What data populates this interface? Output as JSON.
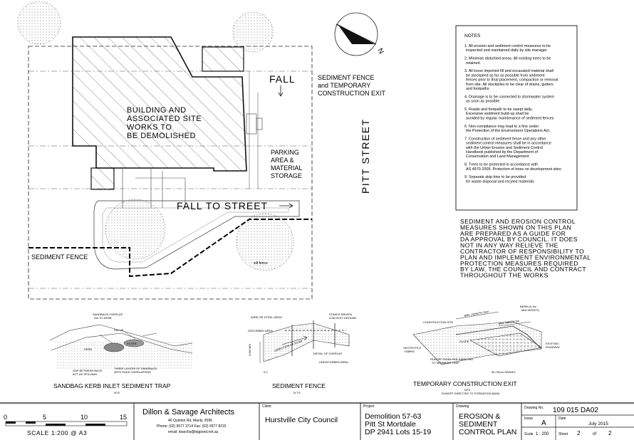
{
  "plan": {
    "building_label": [
      "BUILDING AND",
      "ASSOCIATED SITE",
      "WORKS TO",
      "BE DEMOLISHED"
    ],
    "fall_label": "FALL",
    "fall_to_street_label": "FALL TO STREET",
    "street_label": "PITT STREET",
    "sediment_fence_exit_label": [
      "SEDIMENT FENCE",
      "and TEMPORARY",
      "CONSTRUCTION EXIT"
    ],
    "parking_label": [
      "PARKING",
      "AREA &",
      "MATERIAL",
      "STORAGE"
    ],
    "sediment_fence_label": "SEDIMENT FENCE",
    "silt_fence_label": "silt fence",
    "north_label": "N"
  },
  "notes": {
    "title": "NOTES",
    "items": [
      [
        "1. All erosion and sediment control measures to be",
        "inspected and maintained daily by site manager"
      ],
      [
        "2. Minimise disturbed areas. All existing trees to be",
        "retained."
      ],
      [
        "3. All loose imported fill and excavated material shall",
        "be stockpiled as far as possible from sediment",
        "fences prior to final placement, compaction or removal",
        "from site. All stockpiles to be clear of drains, gutters",
        "and footpaths"
      ],
      [
        "4. Drainage is to be connected to stormwater system",
        "as soon as possible"
      ],
      [
        "5. Roads and footpath to be swept daily.",
        "Excessive sediment build-up shall be",
        "avoided by regular maintenance of sediment fences"
      ],
      [
        "6. Non-compliance may lead to a fine under",
        "the Protection of the Environment Operations Act."
      ],
      [
        "7. Construction of sediment fence and any other",
        "sediment control measures shall be in accordance",
        "with the Urban Erosion and Sediment Control",
        "Handbook published by the Department of",
        "Conservation and Land Management"
      ],
      [
        "8. Trees to be protected in accordance with",
        "AS 4970-2009. Protection of trees on development sites"
      ],
      [
        "9. Separate skip bins to be provided",
        "for waste disposal and recyled materials"
      ]
    ]
  },
  "statement": [
    "SEDIMENT AND EROSION CONTROL",
    "MEASURES SHOWN ON THIS PLAN",
    "ARE PREPARED AS A GUIDE FOR",
    "DA APPROVAL BY COUNCIL. IT DOES",
    "NOT IN ANY WAY RELIEVE THE",
    "CONTRACTOR OF RESPONSIBILITY TO",
    "PLAN AND IMPLEMENT ENVIRONMENTAL",
    "PROTECTION MEASURES REQUIRED",
    "BY LAW, THE COUNCIL AND CONTRACT",
    "THROUGHOUT THE WORKS"
  ],
  "details": {
    "kerb_trap": {
      "title": "SANDBAG KERB INLET SEDIMENT TRAP",
      "nts": "NTS",
      "labels": [
        "SANDBAGS OVERLAP",
        "ON TO KERB",
        "Run-off",
        "FILTER",
        "KERB",
        "GAP BETWEEN BAGS",
        "ACT AS SPILLWAY",
        "THREE LAYERS OF SANDBAGS",
        "WITH ENDS OVERLAPPING"
      ]
    },
    "sediment_fence": {
      "title": "SEDIMENT FENCE",
      "nts": "N.T.S",
      "labels": [
        "WIRE OR STEEL MESH",
        "STAKES DRIVEN",
        "0.6M INTO GROUND",
        "DISTURBED AREA",
        "DIRECTION OF FLOW",
        "DETAIL OF OVERLAP",
        "UNDISTURBED AREA",
        "0.6M MIN",
        "0.2"
      ]
    },
    "construction_exit": {
      "title": "TEMPORARY CONSTRUCTION EXIT",
      "nts": "NTS",
      "sub": "RUNOFF DIRECTED TO FORMATION BANK",
      "labels": [
        "BERM (0.3m",
        "MIN HEIGHT)",
        "CONSTRUCTION SITE",
        "MIN. LENGTH 15m",
        "MIN. WIDTH 3m",
        "GEOTEXTILE",
        "FABRIC",
        "RUNOFF FROM PAD DIRECTED",
        "TO SEDIMENT TRAP",
        "EXISTING",
        "ROADWAY",
        "50-75mm GRAVEL",
        "SLOPE"
      ]
    }
  },
  "title_block": {
    "scale_ticks": [
      "0",
      "5",
      "10",
      "15"
    ],
    "scale_text": "SCALE 1:200 @ A3",
    "firm_name": "Dillon & Savage Architects",
    "firm_address": "40 Quinton Rd, Manly. 2095",
    "firm_phone": "Phone: (02) 9977 3714     Fax: (02) 9977 8215",
    "firm_email": "email: dsarchs@bigpond.net.au",
    "client_label": "Client",
    "client_value": "Hurstville City Council",
    "project_label": "Project",
    "project_value": [
      "Demolition 57-63",
      "Pitt St Mortdale",
      "DP 2941 Lots 15-19"
    ],
    "drawing_label": "Drawing",
    "drawing_value": [
      "EROSION &",
      "SEDIMENT",
      "CONTROL PLAN"
    ],
    "drawing_no_label": "Drawing No.",
    "drawing_no_value": "109 015 DA02",
    "issue_label": "Issue",
    "issue_value": "A",
    "date_label": "Date",
    "date_value": "July 2015",
    "scale_label": "Scale",
    "scale_value": "1 : 200",
    "sheet_label": "Sheet",
    "sheet_value": "2",
    "sheet_of": "of",
    "sheet_total": "2"
  }
}
